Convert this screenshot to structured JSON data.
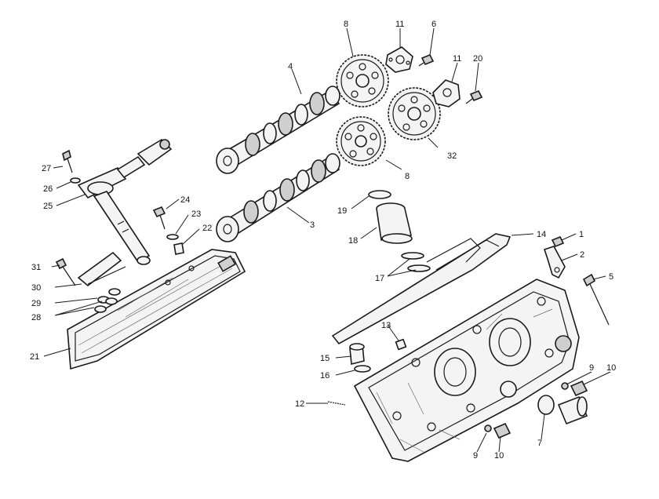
{
  "callouts": [
    {
      "id": "c8a",
      "text": "8"
    },
    {
      "id": "c11a",
      "text": "11"
    },
    {
      "id": "c6",
      "text": "6"
    },
    {
      "id": "c11b",
      "text": "11"
    },
    {
      "id": "c20",
      "text": "20"
    },
    {
      "id": "c4",
      "text": "4"
    },
    {
      "id": "c32",
      "text": "32"
    },
    {
      "id": "c8b",
      "text": "8"
    },
    {
      "id": "c27",
      "text": "27"
    },
    {
      "id": "c26",
      "text": "26"
    },
    {
      "id": "c25",
      "text": "25"
    },
    {
      "id": "c24",
      "text": "24"
    },
    {
      "id": "c23",
      "text": "23"
    },
    {
      "id": "c22",
      "text": "22"
    },
    {
      "id": "c3",
      "text": "3"
    },
    {
      "id": "c19",
      "text": "19"
    },
    {
      "id": "c18",
      "text": "18"
    },
    {
      "id": "c17",
      "text": "17"
    },
    {
      "id": "c14",
      "text": "14"
    },
    {
      "id": "c1",
      "text": "1"
    },
    {
      "id": "c2",
      "text": "2"
    },
    {
      "id": "c5",
      "text": "5"
    },
    {
      "id": "c31",
      "text": "31"
    },
    {
      "id": "c30",
      "text": "30"
    },
    {
      "id": "c29",
      "text": "29"
    },
    {
      "id": "c28",
      "text": "28"
    },
    {
      "id": "c21",
      "text": "21"
    },
    {
      "id": "c13",
      "text": "13"
    },
    {
      "id": "c15",
      "text": "15"
    },
    {
      "id": "c16",
      "text": "16"
    },
    {
      "id": "c12",
      "text": "12"
    },
    {
      "id": "c9a",
      "text": "9"
    },
    {
      "id": "c10a",
      "text": "10"
    },
    {
      "id": "c7",
      "text": "7"
    },
    {
      "id": "c9b",
      "text": "9"
    },
    {
      "id": "c10b",
      "text": "10"
    }
  ]
}
